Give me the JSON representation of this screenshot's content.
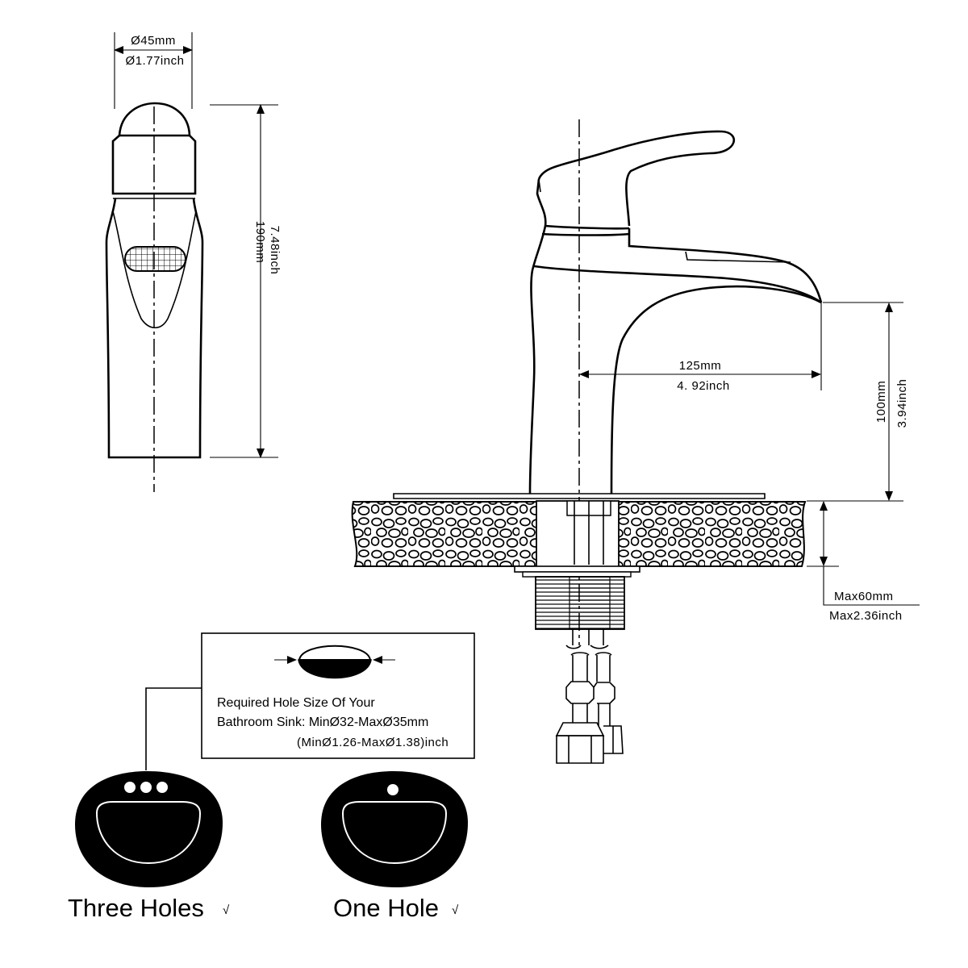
{
  "side_view": {
    "diameter_mm": "Ø45mm",
    "diameter_inch": "Ø1.77inch",
    "height_mm": "190mm",
    "height_inch": "7.48inch"
  },
  "front_view": {
    "reach_mm": "125mm",
    "reach_inch": "4. 92inch",
    "spout_height_mm": "100mm",
    "spout_height_inch": "3.94inch",
    "deck_max_mm": "Max60mm",
    "deck_max_inch": "Max2.36inch"
  },
  "hole_note": {
    "line1": "Required Hole Size Of Your",
    "line2": "Bathroom Sink: MinØ32-MaxØ35mm",
    "line3": "(MinØ1.26-MaxØ1.38)inch"
  },
  "sink_options": [
    {
      "label": "Three Holes",
      "check": "√"
    },
    {
      "label": "One Hole",
      "check": "√"
    }
  ]
}
